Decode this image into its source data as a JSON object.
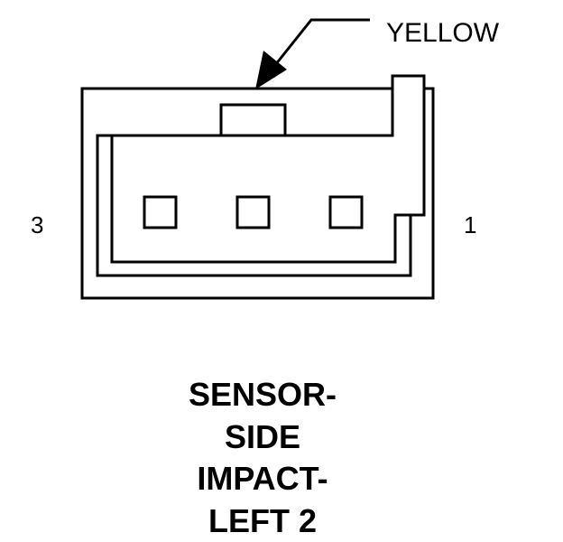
{
  "connector": {
    "color_label": "YELLOW",
    "pin_left": "3",
    "pin_right": "1",
    "pin_count": 3
  },
  "title": {
    "line1": "SENSOR-",
    "line2": "SIDE",
    "line3": "IMPACT-",
    "line4": "LEFT 2"
  },
  "colors": {
    "ink": "#000000",
    "background": "#ffffff"
  }
}
